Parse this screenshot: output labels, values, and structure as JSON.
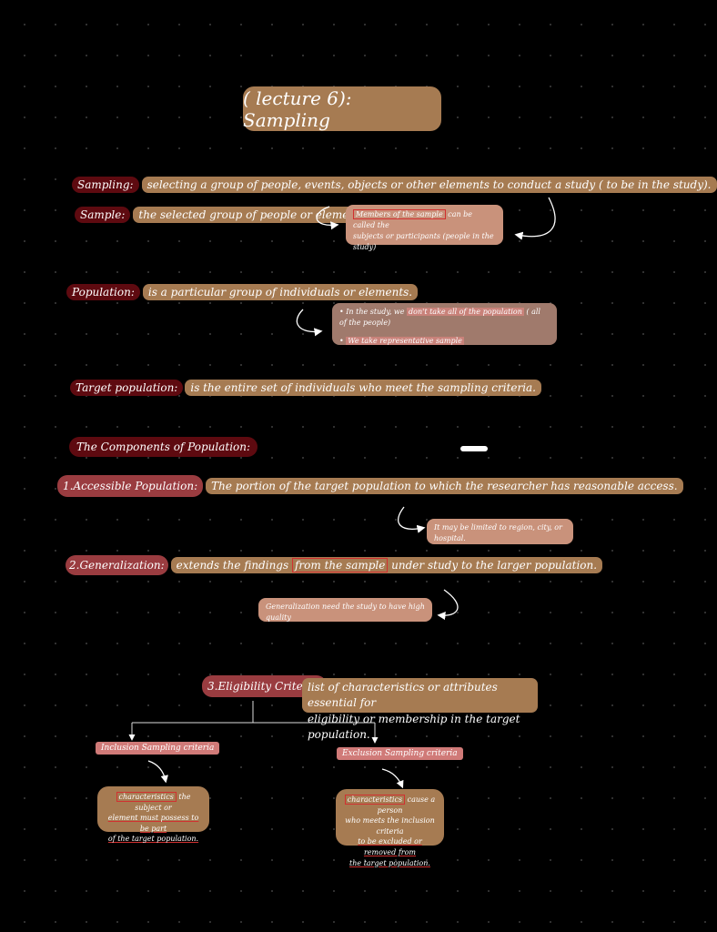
{
  "title": "( lecture 6): Sampling",
  "sampling": {
    "label": "Sampling:",
    "definition": "selecting a group of people, events, objects or other elements to conduct a study ( to be in the study)."
  },
  "sample": {
    "label": "Sample:",
    "definition": "the selected group of people or element",
    "note_highlight": "Members of the sample",
    "note_rest1": "can be called the",
    "note_rest2": "subjects or participants (people in the study)"
  },
  "population": {
    "label": "Population:",
    "definition": "is a particular group of individuals or elements.",
    "bullet1_a": "In the study, we",
    "bullet1_hl": "don't take all of the population",
    "bullet1_b": "( all of the people)",
    "bullet2": "We take representative sample"
  },
  "target": {
    "label": "Target population:",
    "definition": "is the entire set of individuals who meet the sampling criteria."
  },
  "components": {
    "heading": "The Components of Population:"
  },
  "accessible": {
    "label": "1.Accessible Population:",
    "definition": "The portion of the target population to which the researcher has reasonable access.",
    "note": "It may be limited to region, city, or hospital."
  },
  "generalization": {
    "label": "2.Generalization:",
    "def_a": "extends the findings",
    "def_boxed": "from the sample",
    "def_b": "under study to the larger population.",
    "note": "Generalization need the study to have high quality"
  },
  "eligibility": {
    "label": "3.Eligibility Criteria:",
    "def_line1": "list of characteristics or attributes essential for",
    "def_line2": "eligibility or membership in the target population.",
    "inclusion_label": "Inclusion Sampling criteria",
    "exclusion_label": "Exclusion Sampling criteria",
    "inclusion_hl": "characteristics",
    "inclusion_line1": "the subject or",
    "inclusion_line2": "element must possess to be part",
    "inclusion_line3": "of the target population.",
    "exclusion_hl": "characteristics",
    "exclusion_line1": "cause a person",
    "exclusion_line2": "who meets the inclusion criteria",
    "exclusion_line3": "to be excluded or removed from",
    "exclusion_line4": "the target population."
  },
  "colors": {
    "background": "#000000",
    "tan": "#a67b52",
    "dark_red": "#5e0a10",
    "rose": "#c9927b"
  }
}
